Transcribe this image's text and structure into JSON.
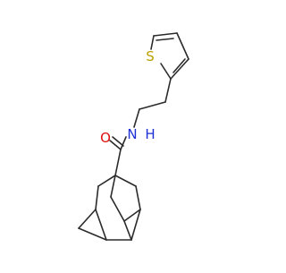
{
  "molecule": {
    "atom_labels": {
      "sulfur": "S",
      "nitrogen": "N",
      "hydrogen": "H",
      "oxygen": "O"
    },
    "colors": {
      "bond": "#2b2b2b",
      "sulfur": "#b8a000",
      "nitrogen": "#1f2fd6",
      "oxygen": "#e01010",
      "background": "#ffffff"
    }
  }
}
